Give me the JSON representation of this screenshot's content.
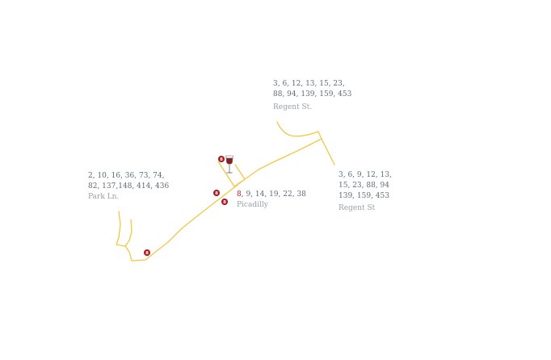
{
  "labels": {
    "regent_north": {
      "routes_line1": "3, 6, 12, 13, 15, 23,",
      "routes_line2": "88, 94, 139, 159, 453",
      "street": "Regent St."
    },
    "regent_east": {
      "routes_line1": "3, 6, 9, 12, 13,",
      "routes_line2": "15, 23, 88, 94",
      "routes_line3": "139, 159, 453",
      "street": "Regent St"
    },
    "park_lane": {
      "routes_line1": "2, 10, 16, 36, 73, 74,",
      "routes_line2": "82, 137,148, 414, 436",
      "street": "Park Ln."
    },
    "piccadilly": {
      "highlight_route": "8",
      "routes_rest": ", 9, 14, 19, 22, 38",
      "street": "Picadilly"
    }
  },
  "stops": [
    {
      "label": "8"
    },
    {
      "label": "8"
    },
    {
      "label": "8"
    },
    {
      "label": "8"
    }
  ],
  "colors": {
    "street": "#f2c744",
    "stop": "#a8161d",
    "highlight": "#b01c23",
    "wine": "#8e1b22"
  },
  "icons": {
    "poi": "wine-glass-icon"
  }
}
